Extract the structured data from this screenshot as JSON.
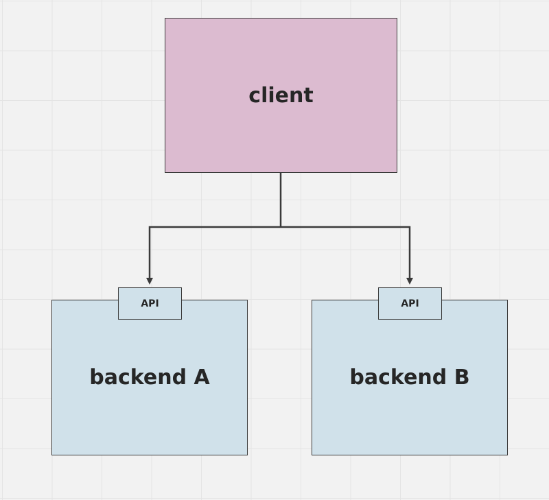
{
  "colors": {
    "client_fill": "#dcbbd0",
    "backend_fill": "#d0e1ea",
    "line": "#3a3a3a",
    "text": "#262626"
  },
  "nodes": {
    "client": {
      "label": "client"
    },
    "backend_a": {
      "label": "backend A",
      "api_label": "API"
    },
    "backend_b": {
      "label": "backend B",
      "api_label": "API"
    }
  },
  "edges": [
    {
      "from": "client",
      "to": "backend_a.api"
    },
    {
      "from": "client",
      "to": "backend_b.api"
    }
  ]
}
